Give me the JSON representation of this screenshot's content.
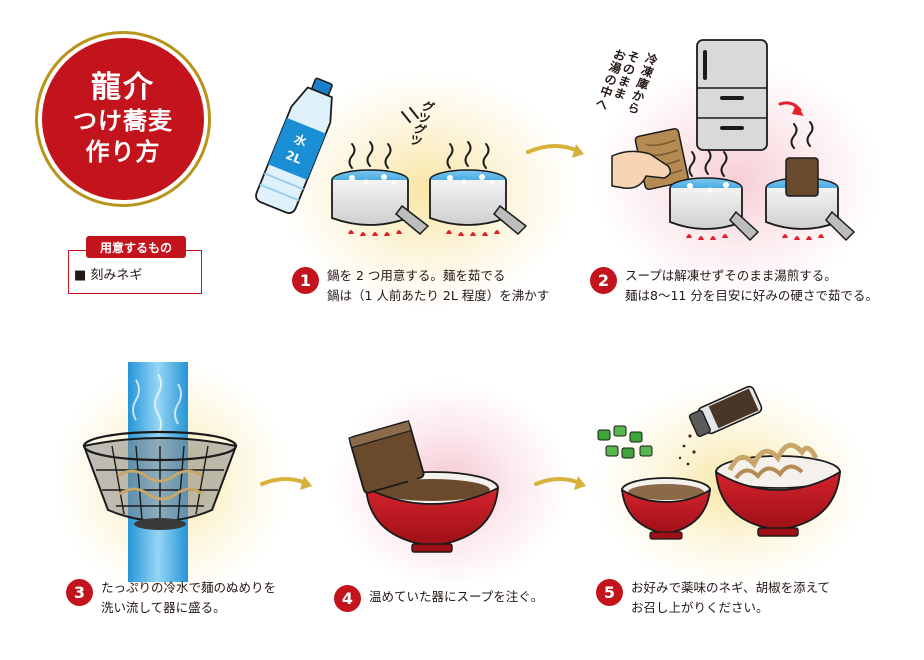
{
  "badge": {
    "line1": "龍介",
    "line2": "つけ蕎麦",
    "line3": "作り方"
  },
  "needs": {
    "title": "用意するもの",
    "item": "■ 刻みネギ"
  },
  "bottle_label": {
    "line1": "水",
    "line2": "2L"
  },
  "onomatopoeia": "グツグツ",
  "freezer_note": [
    "冷凍庫から",
    "そのまま",
    "お湯の中へ"
  ],
  "steps": [
    {
      "num": "1",
      "lines": [
        "鍋を 2 つ用意する。麺を茹でる",
        "鍋は（1 人前あたり 2L 程度）を沸かす"
      ]
    },
    {
      "num": "2",
      "lines": [
        "スープは解凍せずそのまま湯煎する。",
        "麺は8〜11 分を目安に好みの硬さで茹でる。"
      ]
    },
    {
      "num": "3",
      "lines": [
        "たっぷりの冷水で麺のぬめりを",
        "洗い流して器に盛る。"
      ]
    },
    {
      "num": "4",
      "lines": [
        "温めていた器にスープを注ぐ。"
      ]
    },
    {
      "num": "5",
      "lines": [
        "お好みで薬味のネギ、胡椒を添えて",
        "お召し上がりください。"
      ]
    }
  ],
  "colors": {
    "accent_red": "#c3141e",
    "gold_ring": "#b8941b",
    "water_blue": "#1a8fd6",
    "arrow_gold": "#d8b13a",
    "soup_brown": "#6a4a2c"
  },
  "icons": [
    "water-bottle-icon",
    "pot-icon",
    "steam-icon",
    "refrigerator-icon",
    "hand-icon",
    "colander-icon",
    "bowl-icon",
    "pepper-shaker-icon",
    "scallion-icon",
    "arrow-icon"
  ]
}
